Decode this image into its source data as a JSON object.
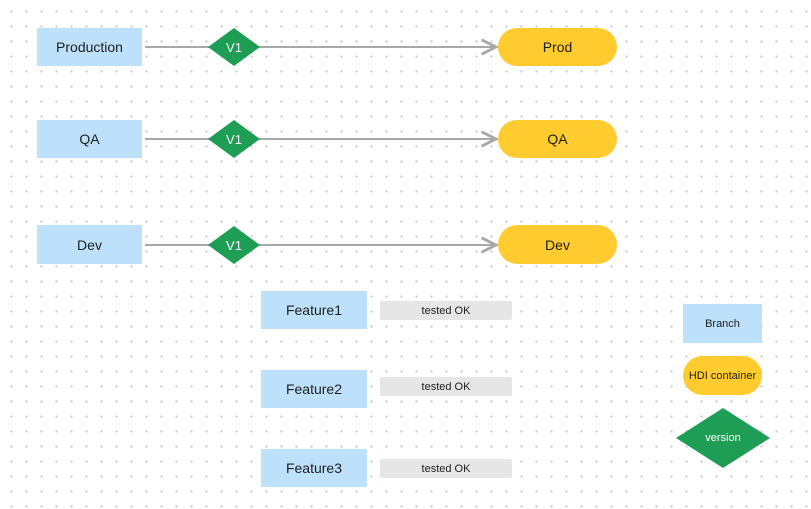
{
  "rows": [
    {
      "branch": "Production",
      "version": "V1",
      "container": "Prod"
    },
    {
      "branch": "QA",
      "version": "V1",
      "container": "QA"
    },
    {
      "branch": "Dev",
      "version": "V1",
      "container": "Dev"
    }
  ],
  "features": [
    {
      "name": "Feature1",
      "status": "tested OK"
    },
    {
      "name": "Feature2",
      "status": "tested OK"
    },
    {
      "name": "Feature3",
      "status": "tested OK"
    }
  ],
  "legend": {
    "branch": "Branch",
    "container": "HDI container",
    "version": "version"
  },
  "colors": {
    "branch": "#bde0fb",
    "container": "#ffcb2e",
    "version": "#1e9e55",
    "status": "#e6e6e6",
    "connector": "#a8a8a8"
  }
}
